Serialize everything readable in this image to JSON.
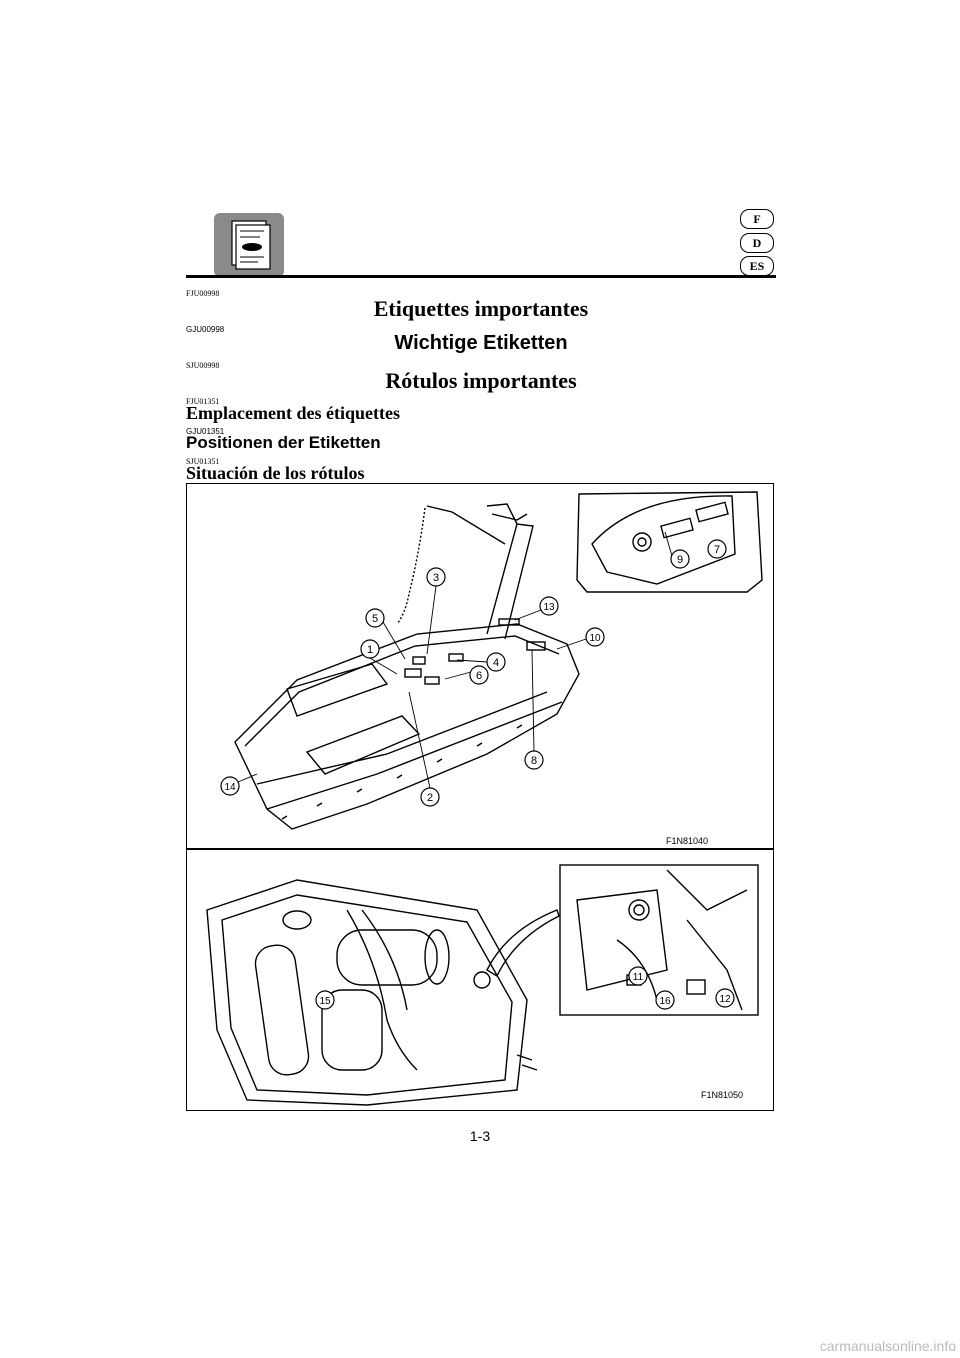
{
  "header": {
    "languages": [
      "F",
      "D",
      "ES"
    ]
  },
  "sections": {
    "fr_code": "FJU00998",
    "fr_title": "Etiquettes importantes",
    "de_code": "GJU00998",
    "de_title": "Wichtige Etiketten",
    "es_code": "SJU00998",
    "es_title": "Rótulos importantes"
  },
  "subsections": {
    "fr_code": "FJU01351",
    "fr_title": "Emplacement des étiquettes",
    "de_code": "GJU01351",
    "de_title": "Positionen der Etiketten",
    "es_code": "SJU01351",
    "es_title": "Situación de los rótulos"
  },
  "figures": {
    "top_code": "F1N81040",
    "bottom_code": "F1N81050",
    "callouts_top": [
      "1",
      "2",
      "3",
      "4",
      "5",
      "6",
      "7",
      "8",
      "9",
      "10",
      "13",
      "14"
    ],
    "callouts_bottom": [
      "11",
      "12",
      "15",
      "16"
    ]
  },
  "footer": {
    "page_number": "1-3",
    "watermark": "carmanualsonline.info"
  }
}
